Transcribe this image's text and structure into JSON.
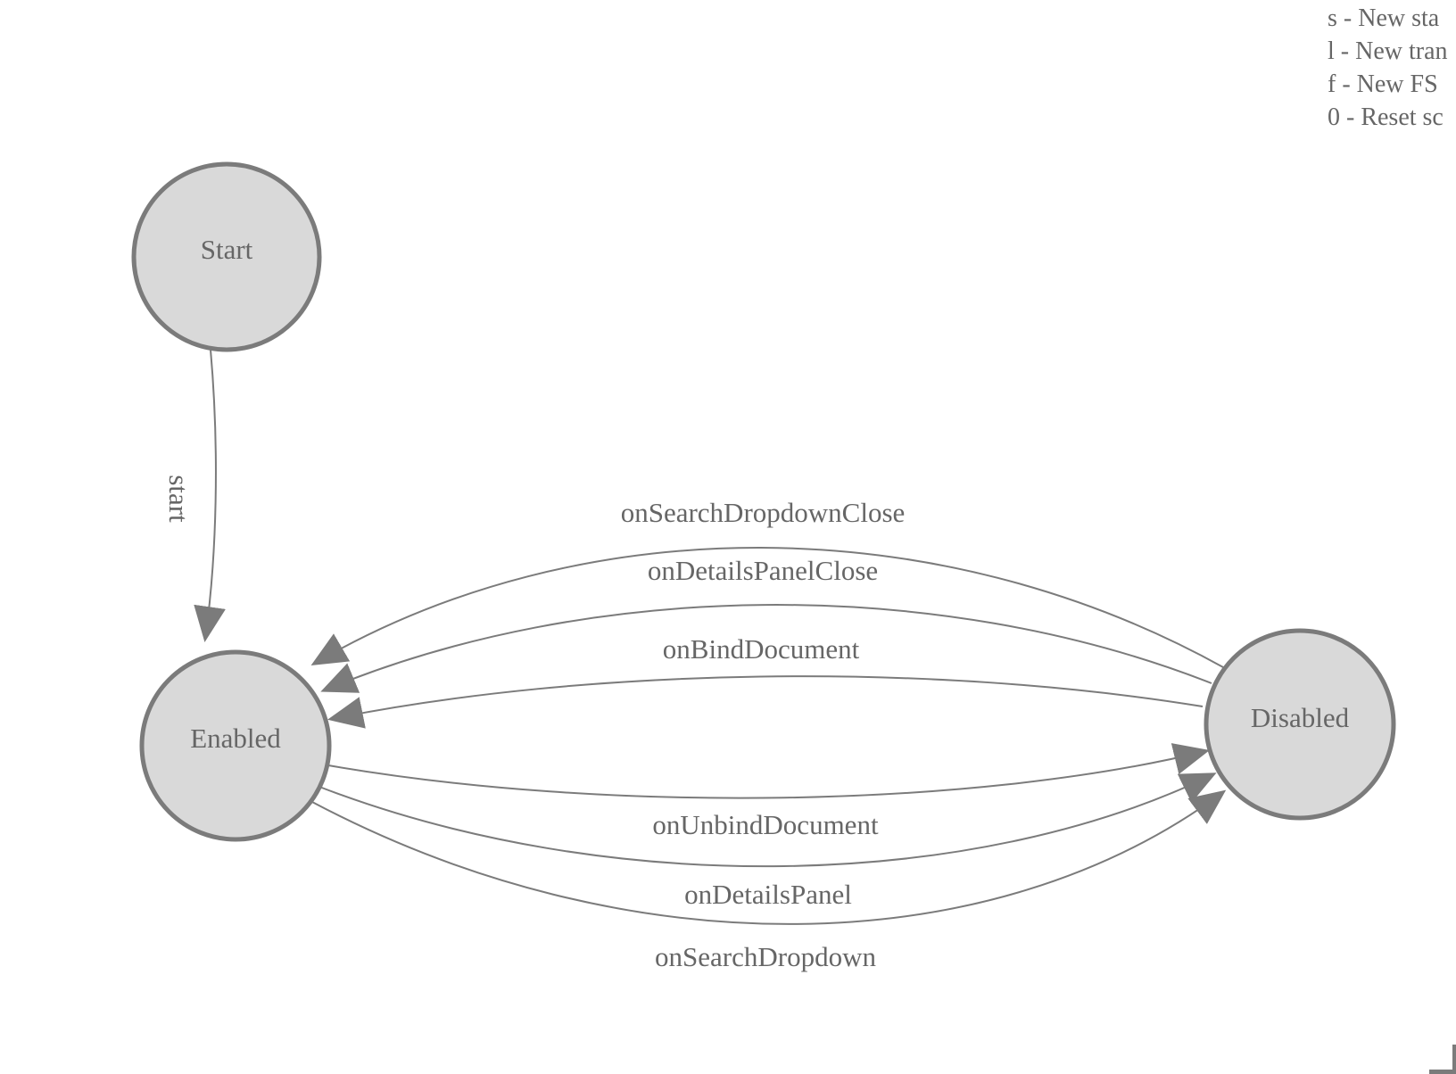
{
  "legend": {
    "lines": [
      "s - New sta",
      "l - New tran",
      "f - New FS",
      "0 - Reset sc"
    ]
  },
  "diagram": {
    "type": "fsm-state-diagram",
    "colors": {
      "node_fill": "#d9d9d9",
      "node_stroke": "#7b7b7b",
      "edge": "#7b7b7b",
      "text": "#666666"
    },
    "nodes": [
      {
        "id": "start",
        "label": "Start"
      },
      {
        "id": "enabled",
        "label": "Enabled"
      },
      {
        "id": "disabled",
        "label": "Disabled"
      }
    ],
    "edges": [
      {
        "from": "Start",
        "to": "Enabled",
        "label": "start"
      },
      {
        "from": "Disabled",
        "to": "Enabled",
        "label": "onSearchDropdownClose"
      },
      {
        "from": "Disabled",
        "to": "Enabled",
        "label": "onDetailsPanelClose"
      },
      {
        "from": "Disabled",
        "to": "Enabled",
        "label": "onBindDocument"
      },
      {
        "from": "Enabled",
        "to": "Disabled",
        "label": "onUnbindDocument"
      },
      {
        "from": "Enabled",
        "to": "Disabled",
        "label": "onDetailsPanel"
      },
      {
        "from": "Enabled",
        "to": "Disabled",
        "label": "onSearchDropdown"
      }
    ]
  }
}
